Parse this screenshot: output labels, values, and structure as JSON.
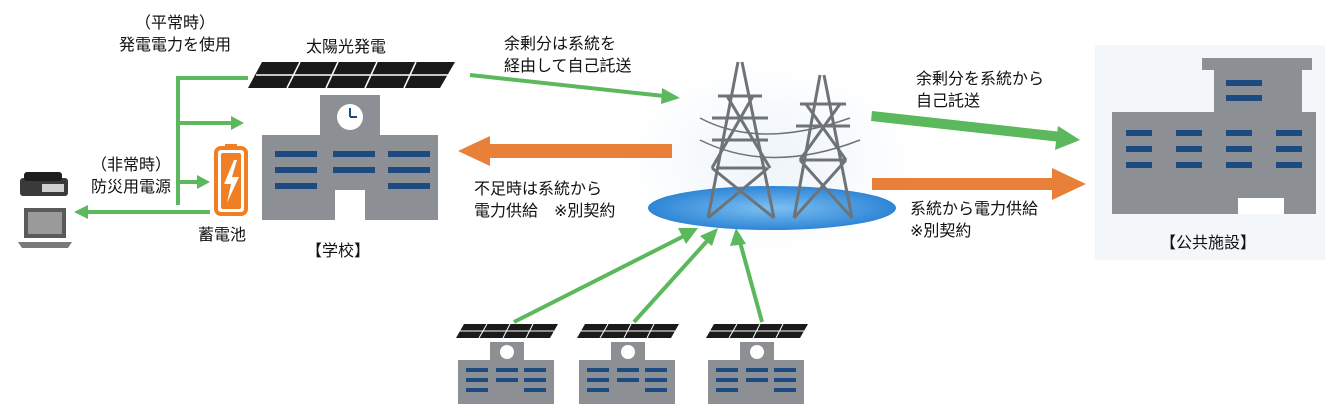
{
  "school": {
    "name": "【学校】",
    "solar_label": "太陽光発電",
    "normal_use": [
      "（平常時）",
      "発電電力を使用"
    ],
    "emergency_use": [
      "（非常時）",
      "防災用電源"
    ],
    "battery_label": "蓄電池"
  },
  "grid": {
    "surplus_to_grid": [
      "余剰分は系統を",
      "経由して自己託送"
    ],
    "shortage_supply": [
      "不足時は系統から",
      "電力供給　※別契約"
    ]
  },
  "facility": {
    "name": "【公共施設】",
    "surplus_delivery": [
      "余剰分を系統から",
      "自己託送"
    ],
    "grid_supply": [
      "系統から電力供給",
      "※別契約"
    ]
  },
  "colors": {
    "green_arrow": "#5cb85c",
    "orange_arrow": "#e8803a",
    "building_gray": "#8c8f93",
    "window_navy": "#1e4a82",
    "panel_black": "#1a1a1a",
    "battery_orange": "#f07e23",
    "grid_blue": "#3a8fdc",
    "tower_gray": "#6e7378"
  }
}
